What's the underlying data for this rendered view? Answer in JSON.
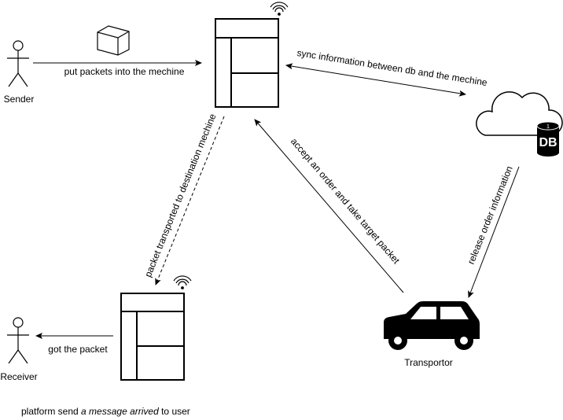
{
  "actors": {
    "sender": "Sender",
    "receiver": "Receiver",
    "transportor": "Transportor"
  },
  "db_label": "DB",
  "db_badge": "1",
  "edges": {
    "put_packets": "put packets into the mechine",
    "sync_info": "sync information between db and the mechine",
    "transported": "packet transported to destination mechine",
    "accept_order": "accept an order and take target packet",
    "release_order": "release order information",
    "got_packet": "got the packet"
  },
  "footer": {
    "prefix": "platform send ",
    "emphasis": "a message arrived",
    "suffix": " to user"
  },
  "icons": [
    "person-icon",
    "box-icon",
    "cabinet-icon",
    "wifi-icon",
    "cloud-icon",
    "database-icon",
    "car-icon"
  ]
}
